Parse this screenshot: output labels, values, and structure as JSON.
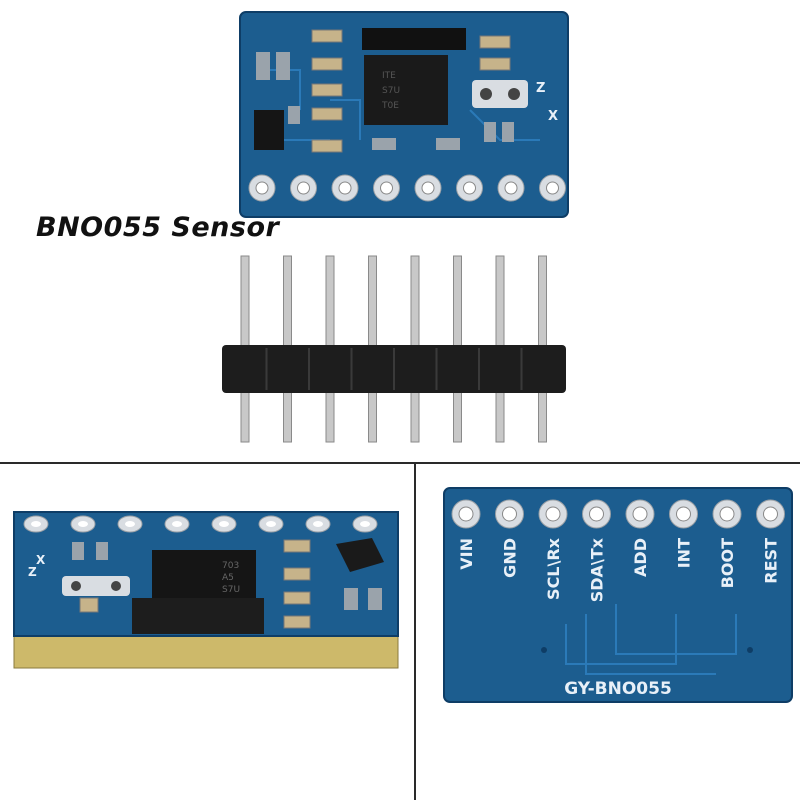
{
  "caption": "BNO055 Sensor",
  "board_label": "GY-BNO055",
  "pin_labels": [
    "VIN",
    "GND",
    "SCL\\Rx",
    "SDA\\Tx",
    "ADD",
    "INT",
    "BOOT",
    "REST"
  ],
  "colors": {
    "pcb_blue": "#1c5d8f",
    "pcb_edge": "#0e3d66",
    "chip_black": "#1a1a1a",
    "pad_silver": "#d9dde2",
    "pin_black": "#222222",
    "pin_metal": "#c8c8c8",
    "board_edge_yellow": "#cdb96a"
  }
}
